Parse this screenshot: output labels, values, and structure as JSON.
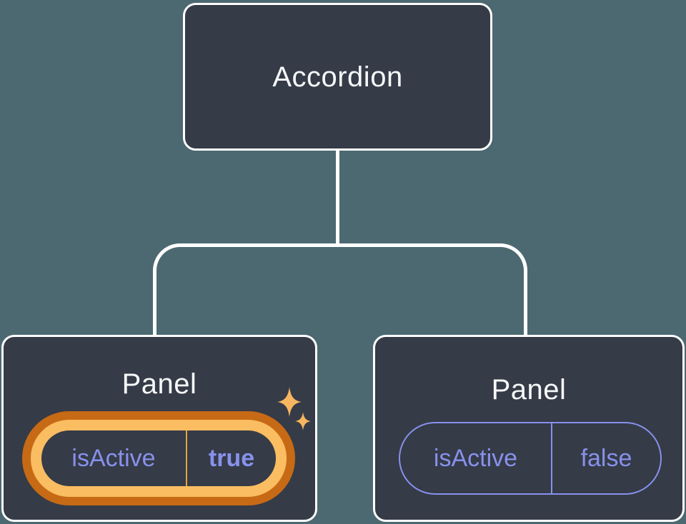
{
  "diagram": {
    "description": "React component tree: Accordion parent with two Panel children showing isActive state",
    "background_color": "#4C6971",
    "node_fill_color": "#353B47",
    "node_border_color": "#FFFFFF",
    "connector_color": "#FFFFFF",
    "title_color": "#F6F7F9",
    "state_text_color": "#8891EC",
    "highlight_ring_outer_color": "#C76A15",
    "highlight_ring_inner_color": "#FABD62",
    "highlight_divider_color": "#E9A33D",
    "sparkle_color": "#F8B660",
    "root": {
      "label": "Accordion"
    },
    "panels": [
      {
        "label": "Panel",
        "prop_name": "isActive",
        "prop_value": "true",
        "highlighted": true
      },
      {
        "label": "Panel",
        "prop_name": "isActive",
        "prop_value": "false",
        "highlighted": false
      }
    ]
  }
}
